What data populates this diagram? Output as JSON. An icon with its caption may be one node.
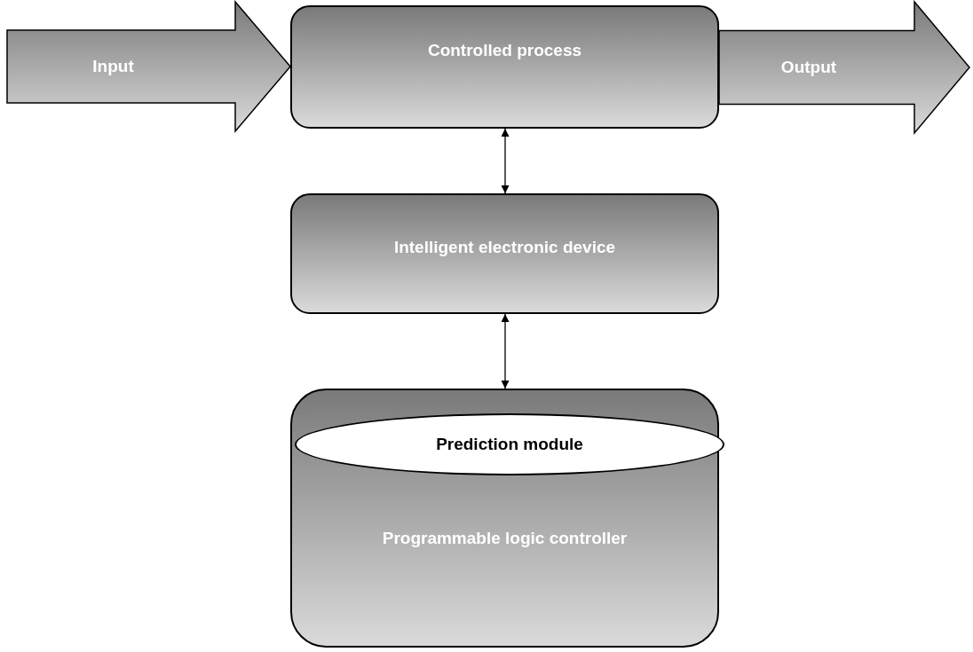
{
  "diagram": {
    "nodes": [
      {
        "text": [
          "Input"
        ]
      },
      {
        "text": [
          "Controlled process"
        ]
      },
      {
        "text": [
          "Output"
        ]
      },
      {
        "text": [
          "Intelligent electronic device"
        ]
      },
      {
        "text": [
          "Programmable logic controller"
        ]
      },
      {
        "text": [
          "Prediction module"
        ],
        "in": 4
      }
    ],
    "edges": [
      {
        "from": 1,
        "to": 3,
        "arrow": "both"
      },
      {
        "from": 3,
        "to": 4,
        "arrow": "both"
      }
    ]
  }
}
